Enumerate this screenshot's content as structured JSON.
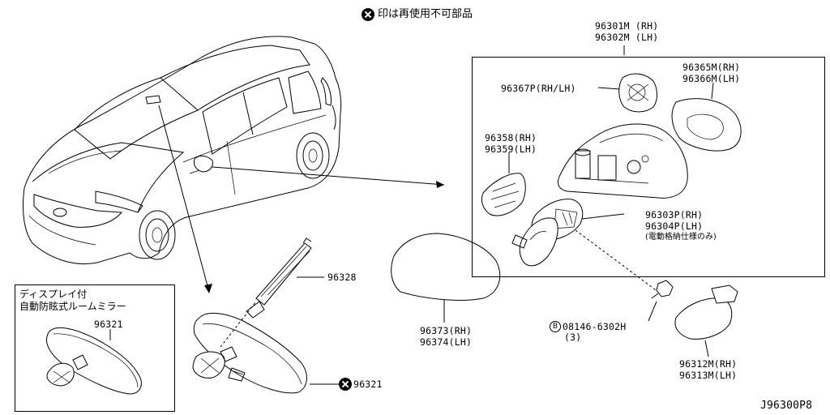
{
  "notice": {
    "text": "印は再使用不可部品",
    "icon": "x-circle-icon"
  },
  "diagram_id": "J96300P8",
  "inset_title": [
    "ディスプレイ付",
    "自動防眩式ルームミラー"
  ],
  "parts": {
    "p96301_96302": [
      "96301M (RH)",
      "96302M (LH)"
    ],
    "p96365_96366": [
      "96365M(RH)",
      "96366M(LH)"
    ],
    "p96367": "96367P(RH/LH)",
    "p96358_96359": [
      "96358(RH)",
      "96359(LH)"
    ],
    "p96303_96304": [
      "96303P(RH)",
      "96304P(LH)"
    ],
    "p96303_note": "(電動格納仕様のみ)",
    "p96328": "96328",
    "p96321_inset": "96321",
    "p96321_main": "96321",
    "p96373_96374": [
      "96373(RH)",
      "96374(LH)"
    ],
    "bolt": {
      "marker": "B",
      "code": "08146-6302H",
      "qty": "(3)"
    },
    "p96312_96313": [
      "96312M(RH)",
      "96313M(LH)"
    ]
  }
}
